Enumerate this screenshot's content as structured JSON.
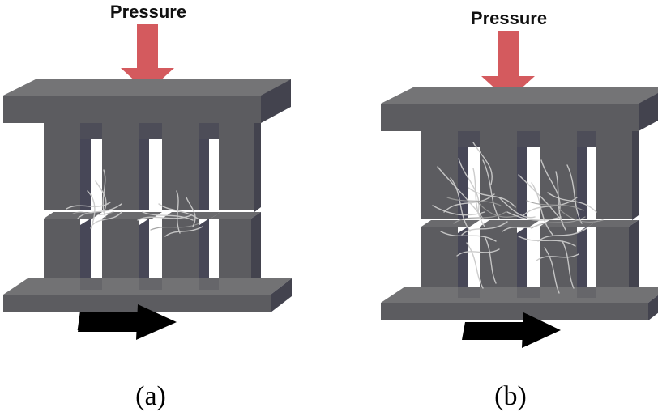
{
  "panels": [
    {
      "caption": "(a)",
      "pressure_label": "Pressure",
      "fiber_density": "sparse"
    },
    {
      "caption": "(b)",
      "pressure_label": "Pressure",
      "fiber_density": "dense"
    }
  ],
  "colors": {
    "block_top": "#6e6e70",
    "block_front": "#5a5a5d",
    "block_side": "#3f3f4a",
    "slot_inner": "#4a4a5a",
    "pressure_arrow": "#d45a5e",
    "motion_arrow": "#000000",
    "fiber": "#c9c9c9"
  },
  "icons": {
    "pressure": "arrow-down-icon",
    "motion": "arrow-right-icon"
  }
}
